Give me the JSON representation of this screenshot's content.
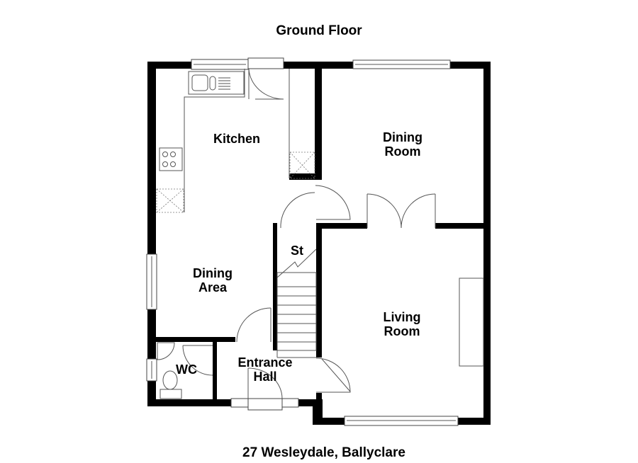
{
  "title": "Ground Floor",
  "footer": "27 Wesleydale, Ballyclare",
  "colors": {
    "wall": "#000000",
    "background": "#ffffff",
    "fixture_line": "#555555"
  },
  "rooms": [
    {
      "id": "kitchen",
      "lines": [
        "Kitchen"
      ]
    },
    {
      "id": "dining-room",
      "lines": [
        "Dining",
        "Room"
      ]
    },
    {
      "id": "dining-area",
      "lines": [
        "Dining",
        "Area"
      ]
    },
    {
      "id": "store",
      "lines": [
        "St"
      ]
    },
    {
      "id": "living-room",
      "lines": [
        "Living",
        "Room"
      ]
    },
    {
      "id": "wc",
      "lines": [
        "WC"
      ]
    },
    {
      "id": "entrance-hall",
      "lines": [
        "Entrance",
        "Hall"
      ]
    }
  ]
}
